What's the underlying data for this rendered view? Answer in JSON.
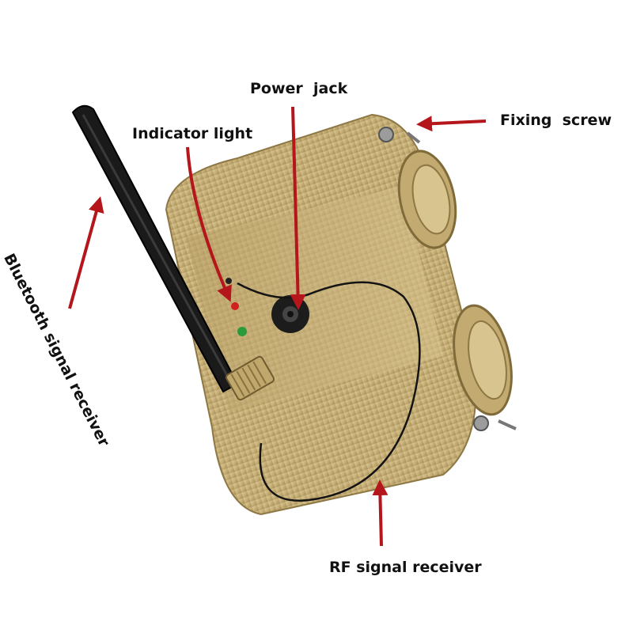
{
  "labels": {
    "power_jack": "Power  jack",
    "indicator_light": "Indicator light",
    "fixing_screw": "Fixing  screw",
    "bluetooth_receiver": "Bluetooth signal receiver",
    "rf_receiver": "RF signal receiver"
  },
  "colors": {
    "arrow": "#b5161c",
    "body": "#c9b17a",
    "body_shadow": "#a68e57",
    "antenna": "#1a1a1a",
    "led_red": "#d02020",
    "led_green": "#2a9a3a"
  }
}
